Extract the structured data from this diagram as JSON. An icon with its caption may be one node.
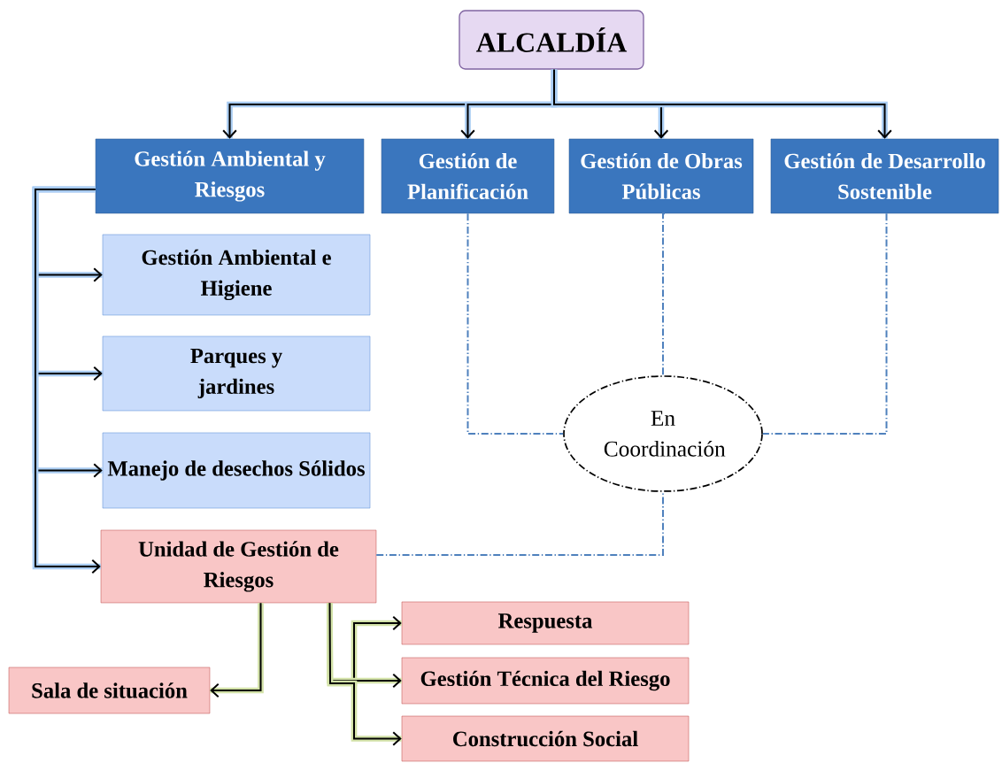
{
  "diagram": {
    "nodes": [
      {
        "text": [
          "ALCALDÍA"
        ]
      },
      {
        "text": [
          "Gestión Ambiental y Riesgos"
        ]
      },
      {
        "text": [
          "Gestión de Planificación"
        ]
      },
      {
        "text": [
          "Gestión de Obras Públicas"
        ]
      },
      {
        "text": [
          "Gestión de Desarrollo Sostenible"
        ]
      },
      {
        "text": [
          "Gestión Ambiental e Higiene"
        ]
      },
      {
        "text": [
          "Parques y jardines"
        ]
      },
      {
        "text": [
          "Manejo de desechos Sólidos"
        ]
      },
      {
        "text": [
          "Unidad de Gestión de Riesgos"
        ]
      },
      {
        "text": [
          "En Coordinación"
        ]
      },
      {
        "text": [
          "Respuesta"
        ]
      },
      {
        "text": [
          "Gestión Técnica del Riesgo"
        ]
      },
      {
        "text": [
          "Construcción Social"
        ]
      },
      {
        "text": [
          "Sala de situación"
        ]
      }
    ],
    "edges": [
      {
        "from": 0,
        "to": 1,
        "arrow": "to"
      },
      {
        "from": 0,
        "to": 2,
        "arrow": "to"
      },
      {
        "from": 0,
        "to": 3,
        "arrow": "to"
      },
      {
        "from": 0,
        "to": 4,
        "arrow": "to"
      },
      {
        "from": 1,
        "to": 5,
        "arrow": "to"
      },
      {
        "from": 1,
        "to": 6,
        "arrow": "to"
      },
      {
        "from": 1,
        "to": 7,
        "arrow": "to"
      },
      {
        "from": 1,
        "to": 8,
        "arrow": "to"
      },
      {
        "from": 2,
        "to": 9,
        "arrow": "none",
        "style": "dashed",
        "color": "#4f81bd"
      },
      {
        "from": 3,
        "to": 9,
        "arrow": "none",
        "style": "dashed",
        "color": "#4f81bd"
      },
      {
        "from": 4,
        "to": 9,
        "arrow": "none",
        "style": "dashed",
        "color": "#4f81bd"
      },
      {
        "from": 8,
        "to": 9,
        "arrow": "none",
        "style": "dashed",
        "color": "#4f81bd"
      },
      {
        "from": 8,
        "to": 13,
        "arrow": "to"
      },
      {
        "from": 8,
        "to": 10,
        "arrow": "to"
      },
      {
        "from": 8,
        "to": 11,
        "arrow": "to"
      },
      {
        "from": 8,
        "to": 12,
        "arrow": "to"
      }
    ]
  }
}
